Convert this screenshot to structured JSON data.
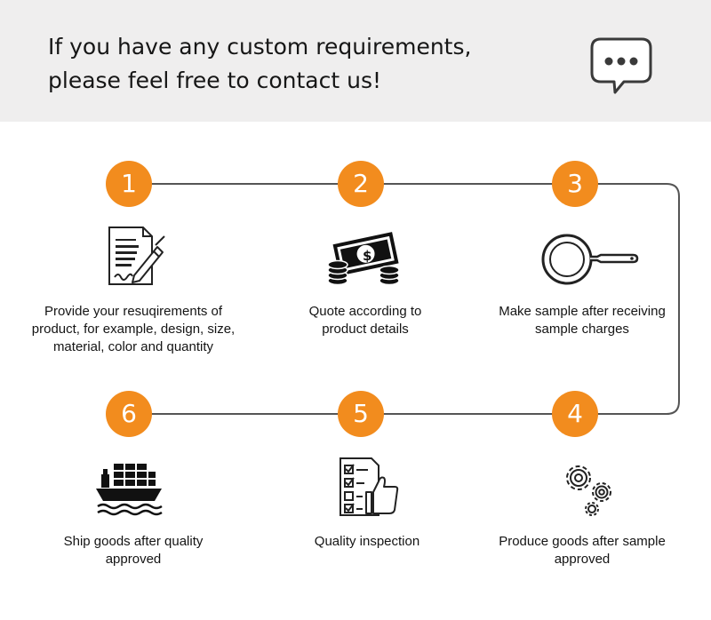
{
  "banner": {
    "title_lines": [
      "If you have any custom requirements,",
      "please feel free to contact us!"
    ]
  },
  "steps": [
    {
      "number": "1",
      "icon": "document-sign-icon",
      "caption_lines": [
        "Provide your resuqirements of",
        "product, for example, design, size,",
        "material, color and quantity"
      ]
    },
    {
      "number": "2",
      "icon": "money-coins-icon",
      "caption_lines": [
        "Quote according to",
        "product details"
      ]
    },
    {
      "number": "3",
      "icon": "frying-pan-icon",
      "caption_lines": [
        "Make sample after  receiving",
        "sample charges"
      ]
    },
    {
      "number": "4",
      "icon": "gears-icon",
      "caption_lines": [
        "Produce goods after sample",
        "approved"
      ]
    },
    {
      "number": "5",
      "icon": "quality-checklist-icon",
      "caption_lines": [
        "Quality inspection"
      ]
    },
    {
      "number": "6",
      "icon": "cargo-ship-icon",
      "caption_lines": [
        "Ship goods after quality",
        "approved"
      ]
    }
  ],
  "colors": {
    "accent": "#f28c1e",
    "banner_bg": "#efeeee",
    "line": "#555555"
  }
}
